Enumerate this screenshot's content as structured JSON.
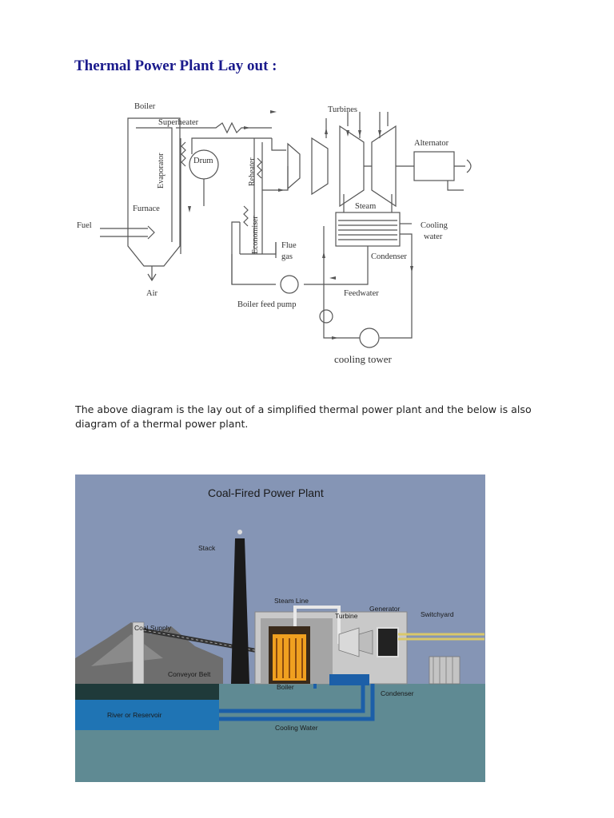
{
  "title": "Thermal Power Plant Lay out :",
  "diagram1": {
    "labels": {
      "boiler": "Boiler",
      "superheater": "Superheater",
      "turbines": "Turbines",
      "alternator": "Alternator",
      "evaporator": "Evaporator",
      "drum": "Drum",
      "reheater": "Reheater",
      "economiser": "Economiser",
      "furnace": "Furnace",
      "fuel": "Fuel",
      "steam": "Steam",
      "cooling": "Cooling",
      "water": "water",
      "flue": "Flue",
      "gas": "gas",
      "condenser": "Condenser",
      "air": "Air",
      "feedwater": "Feedwater",
      "boiler_feed_pump": "Boiler feed pump",
      "cooling_tower": "cooling tower"
    }
  },
  "paragraph": "The above diagram is the lay out of a simplified thermal power plant and the below is also diagram of a thermal power plant.",
  "diagram2": {
    "title": "Coal-Fired Power Plant",
    "labels": {
      "stack": "Stack",
      "steam_line": "Steam Line",
      "generator": "Generator",
      "turbine": "Turbine",
      "switchyard": "Switchyard",
      "coal_supply": "Coal Supply",
      "conveyor_belt": "Conveyor Belt",
      "boiler": "Boiler",
      "condenser": "Condenser",
      "river_or_reservoir": "River or Reservoir",
      "cooling_water": "Cooling Water"
    },
    "colors": {
      "sky": "#8595b5",
      "water": "#5f8a93",
      "river": "#1f74b4",
      "pipe_blue": "#1c5fa8",
      "pipe_yellow": "#d9c86a",
      "building": "#c9c9c9",
      "fire": "#f0a020"
    }
  }
}
